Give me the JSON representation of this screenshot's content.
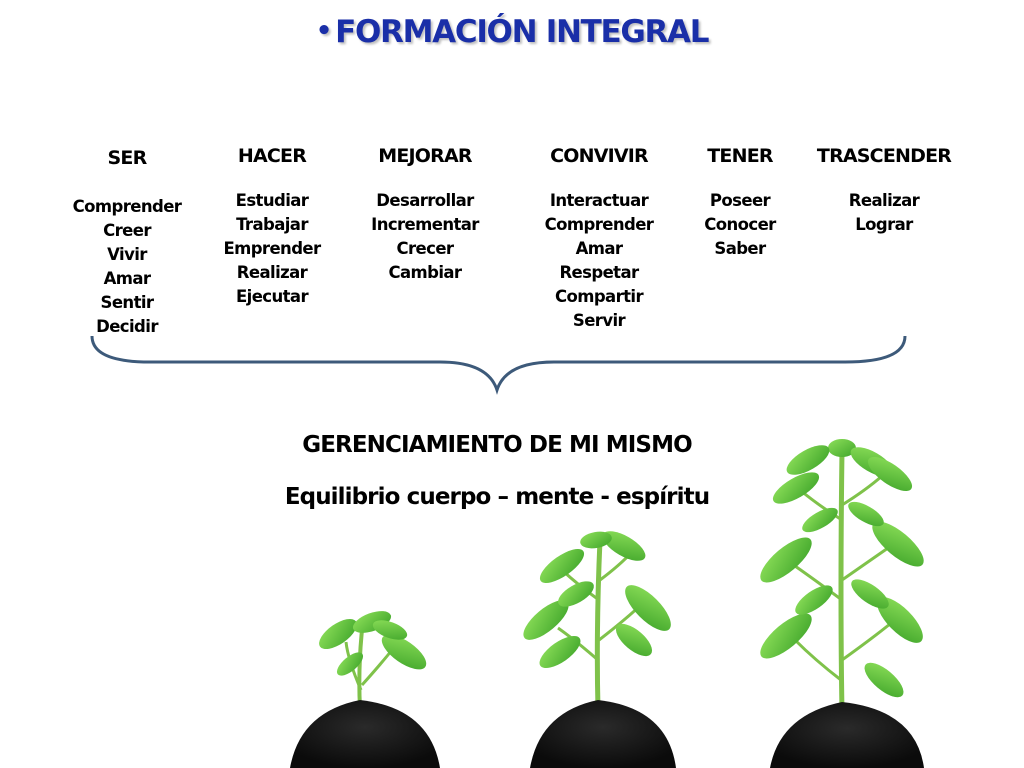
{
  "title": {
    "bullet": "•",
    "text": "FORMACIÓN INTEGRAL"
  },
  "columns": [
    {
      "header": "SER",
      "items": [
        "Comprender",
        "Creer",
        "Vivir",
        "Amar",
        "Sentir",
        "Decidir"
      ]
    },
    {
      "header": "HACER",
      "items": [
        "Estudiar",
        "Trabajar",
        "Emprender",
        "Realizar",
        "Ejecutar"
      ]
    },
    {
      "header": "MEJORAR",
      "items": [
        "Desarrollar",
        "Incrementar",
        "Crecer",
        "Cambiar"
      ]
    },
    {
      "header": "CONVIVIR",
      "items": [
        "Interactuar",
        "Comprender",
        "Amar",
        "Respetar",
        "Compartir",
        "Servir"
      ]
    },
    {
      "header": "TENER",
      "items": [
        "Poseer",
        "Conocer",
        "Saber"
      ]
    },
    {
      "header": "TRASCENDER",
      "items": [
        "Realizar",
        "Lograr"
      ]
    }
  ],
  "summary": {
    "line1": "GERENCIAMIENTO DE MI MISMO",
    "line2": "Equilibrio cuerpo – mente - espíritu"
  },
  "colors": {
    "title": "#1a2fa8",
    "brace": "#3d5a7a",
    "leaf": "#5cbf3a",
    "soil": "#141414"
  }
}
